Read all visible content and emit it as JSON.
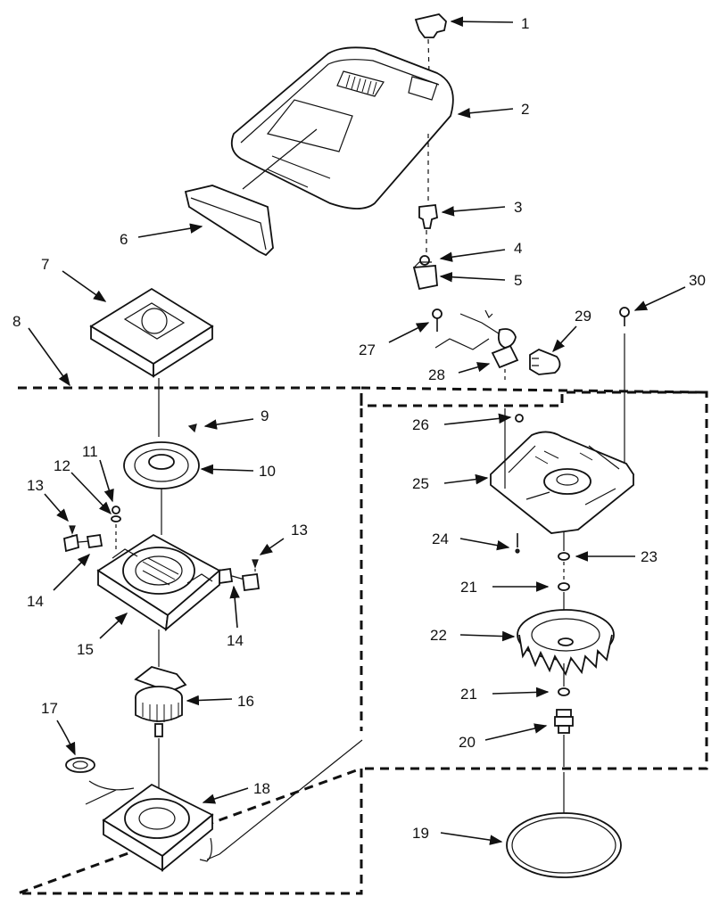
{
  "diagram": {
    "part_numbers": [
      "1",
      "2",
      "3",
      "4",
      "5",
      "6",
      "7",
      "8",
      "9",
      "10",
      "11",
      "12",
      "13",
      "13",
      "14",
      "14",
      "15",
      "16",
      "17",
      "18",
      "19",
      "20",
      "21",
      "21",
      "22",
      "23",
      "24",
      "25",
      "26",
      "27",
      "28",
      "29",
      "30"
    ]
  }
}
